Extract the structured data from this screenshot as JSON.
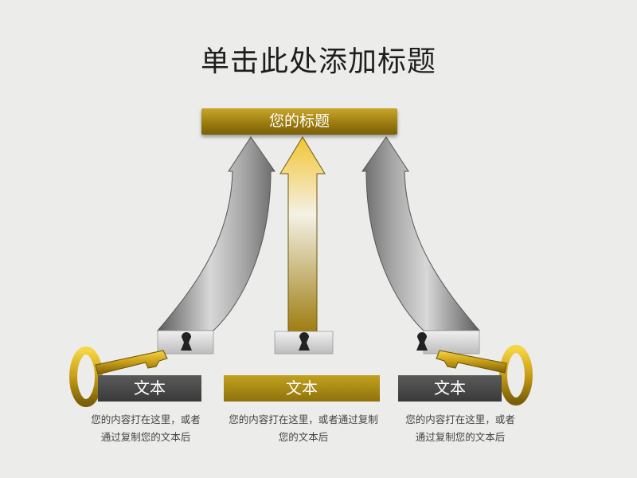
{
  "slide": {
    "title": "单击此处添加标题",
    "header_label": "您的标题",
    "blocks": [
      {
        "label": "文本",
        "description": "您的内容打在这里，或者通过复制您的文本后"
      },
      {
        "label": "文本",
        "description": "您的内容打在这里，或者通过复制您的文本后"
      },
      {
        "label": "文本",
        "description": "您的内容打在这里，或者通过复制您的文本后"
      }
    ]
  },
  "colors": {
    "gold": "#b8961a",
    "dark_gray": "#454545",
    "silver": "#b5b5b5",
    "background": "#ececea"
  },
  "icons": [
    "arrow-left-curved",
    "arrow-center-straight",
    "arrow-right-curved",
    "key-left",
    "key-right",
    "keyhole"
  ]
}
